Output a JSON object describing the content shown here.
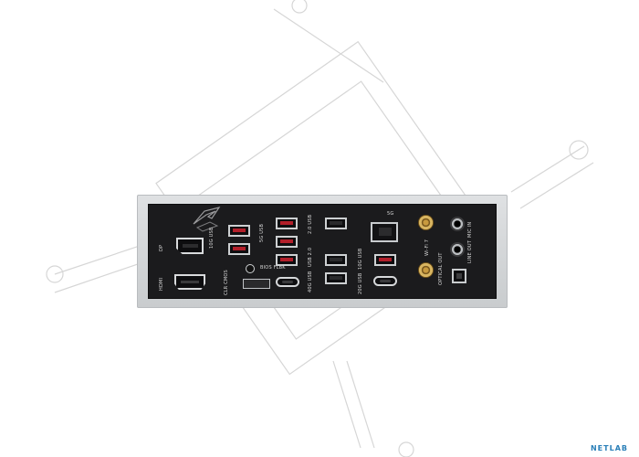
{
  "panel": {
    "labels": {
      "dp": "DP",
      "hdmi": "HDMI",
      "usb_1": "10G USB",
      "usb_2": "5G USB",
      "usb_3": "USB 2.0",
      "usb_4": "2.0 USB",
      "usb_5": "10G USB",
      "usb_6": "40G USB",
      "usb_7": "20G USB",
      "bios": "BIOS FLBK",
      "clear": "CLR CMOS",
      "lan": "5G",
      "wifi": "Wi-Fi 7",
      "mic": "MIC IN",
      "line": "LINE OUT",
      "spdif": "OPTICAL OUT"
    }
  },
  "watermark": {
    "text": "NETLAB"
  },
  "colors": {
    "panel_bg": "#1b1b1d",
    "shield_metal": "#d4d6d8",
    "usb_red": "#b21f2a",
    "antenna_gold": "#c89a3e",
    "watermark_blue": "#2a7fb8"
  }
}
